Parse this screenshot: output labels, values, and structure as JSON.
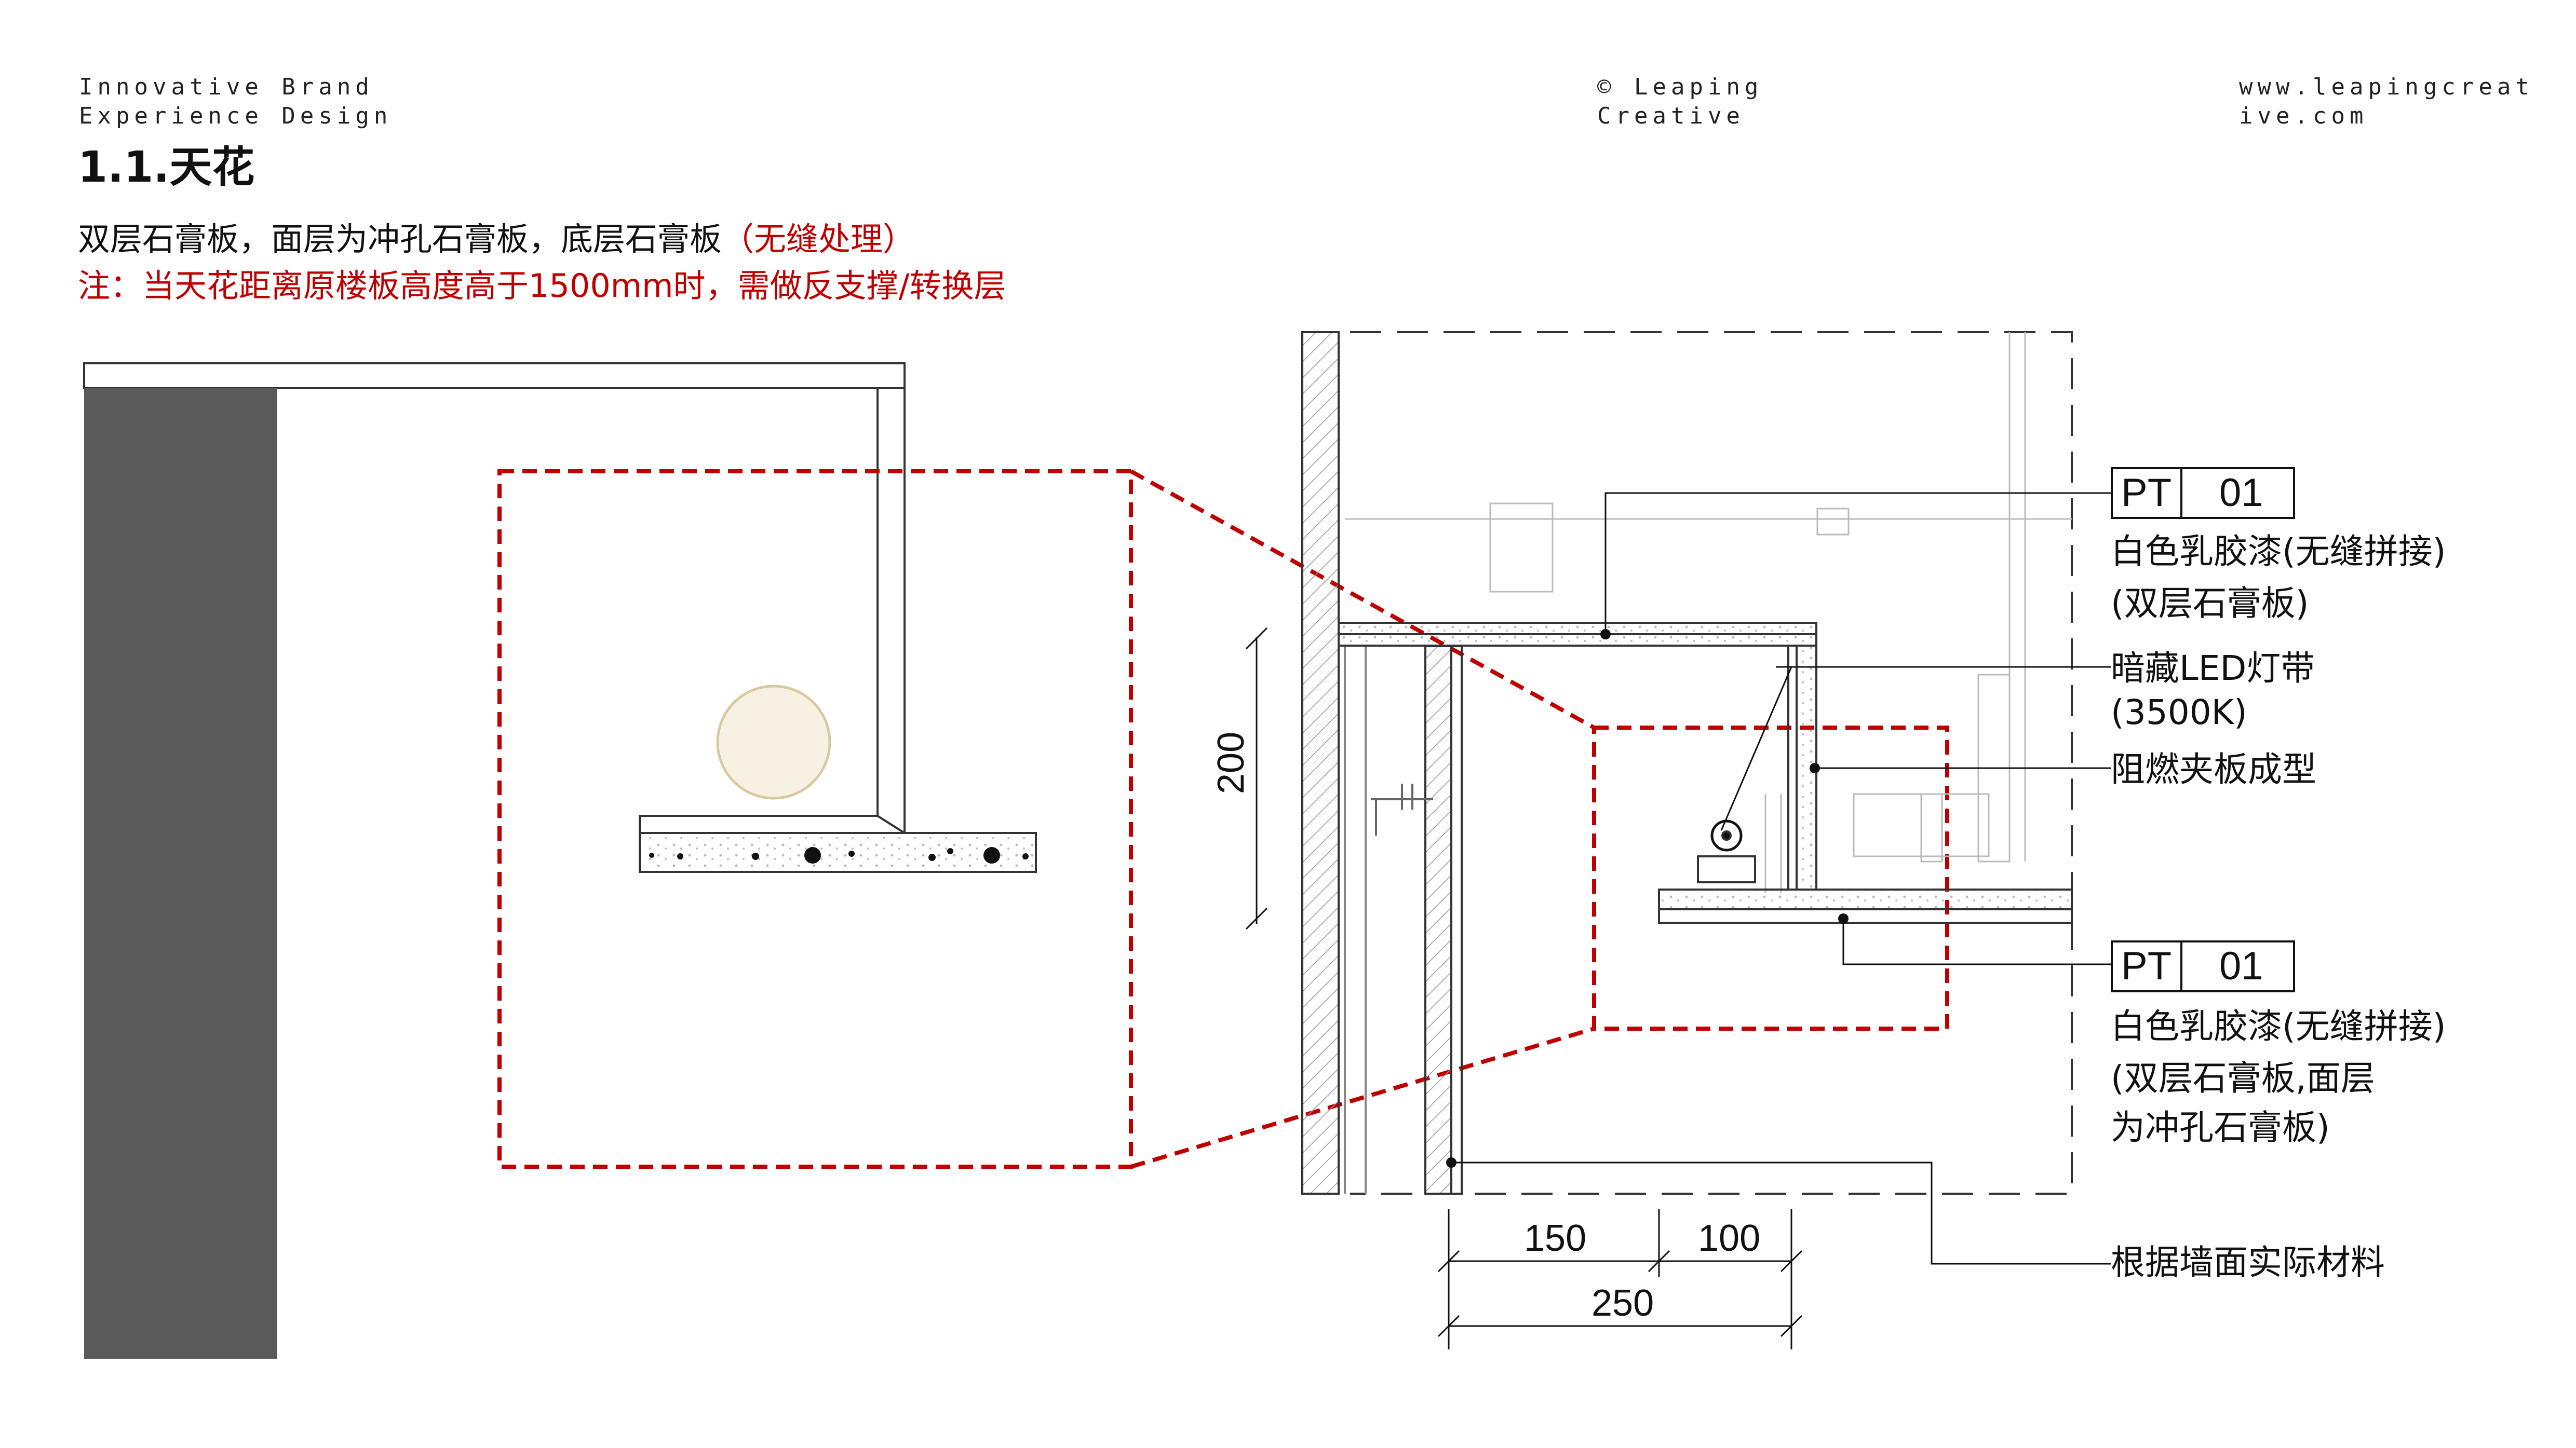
{
  "header": {
    "left": "Innovative Brand\nExperience Design",
    "center": "© Leaping\nCreative",
    "right": "www.leapingcreative.com"
  },
  "title": "1.1.天花",
  "description": {
    "line1_main": "双层石膏板，面层为冲孔石膏板，底层石膏板",
    "line1_note": "（无缝处理）",
    "line2": "注：当天花距离原楼板高度高于1500mm时，需做反支撑/转换层"
  },
  "callouts": {
    "tag1_code": "PT",
    "tag1_num": "01",
    "tag1_desc1": "白色乳胶漆(无缝拼接)",
    "tag1_desc2": "(双层石膏板)",
    "led_label1": "暗藏LED灯带",
    "led_label2": "(3500K)",
    "board_label": "阻燃夹板成型",
    "tag2_code": "PT",
    "tag2_num": "01",
    "tag2_desc1": "白色乳胶漆(无缝拼接)",
    "tag2_desc2": "(双层石膏板,面层",
    "tag2_desc3": "为冲孔石膏板)",
    "wall_label": "根据墙面实际材料"
  },
  "dimensions": {
    "vertical": "200",
    "h1": "150",
    "h2": "100",
    "total": "250"
  },
  "colors": {
    "accent_red": "#c00000",
    "wall_dark": "#5a5a5a",
    "light_fixture": "#f7f1e4"
  }
}
